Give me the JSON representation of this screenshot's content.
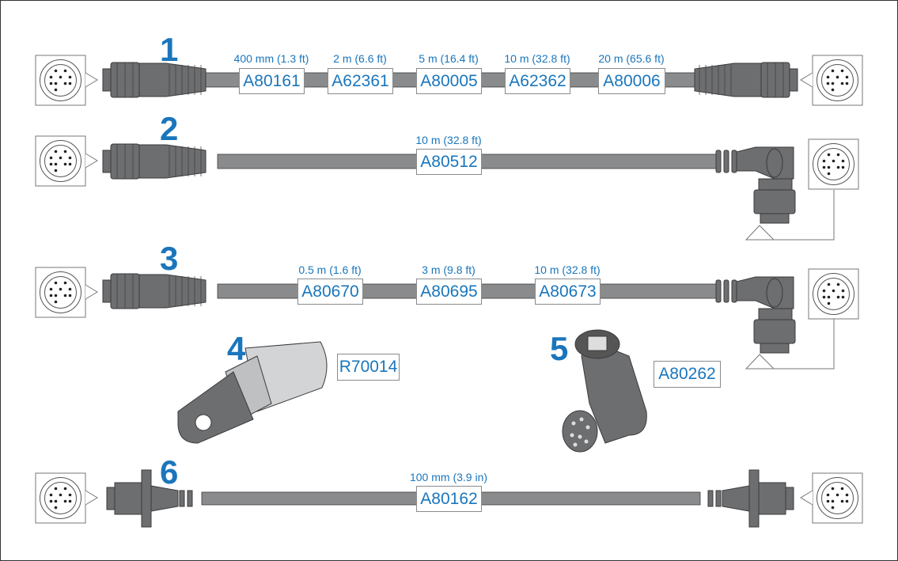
{
  "colors": {
    "accent": "#1a76bc",
    "cable": "#8a8b8d",
    "connector": "#6d6e70"
  },
  "items": [
    {
      "number": "1",
      "parts": [
        {
          "length": "400 mm (1.3 ft)",
          "part": "A80161"
        },
        {
          "length": "2 m (6.6 ft)",
          "part": "A62361"
        },
        {
          "length": "5 m (16.4 ft)",
          "part": "A80005"
        },
        {
          "length": "10 m (32.8 ft)",
          "part": "A62362"
        },
        {
          "length": "20 m (65.6 ft)",
          "part": "A80006"
        }
      ]
    },
    {
      "number": "2",
      "parts": [
        {
          "length": "10 m (32.8 ft)",
          "part": "A80512"
        }
      ]
    },
    {
      "number": "3",
      "parts": [
        {
          "length": "0.5 m (1.6 ft)",
          "part": "A80670"
        },
        {
          "length": "3 m (9.8 ft)",
          "part": "A80695"
        },
        {
          "length": "10 m (32.8 ft)",
          "part": "A80673"
        }
      ]
    },
    {
      "number": "4",
      "parts": [
        {
          "part": "R70014"
        }
      ]
    },
    {
      "number": "5",
      "parts": [
        {
          "part": "A80262"
        }
      ]
    },
    {
      "number": "6",
      "parts": [
        {
          "length": "100 mm (3.9 in)",
          "part": "A80162"
        }
      ]
    }
  ]
}
